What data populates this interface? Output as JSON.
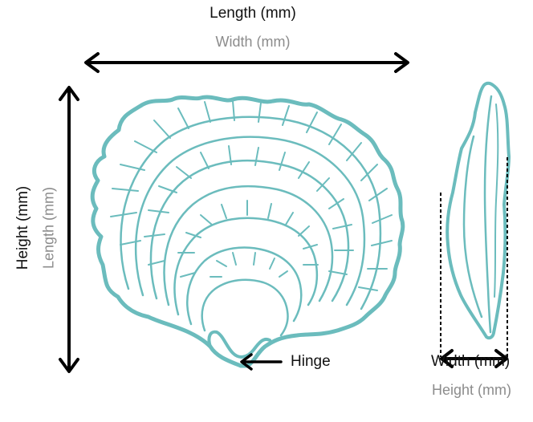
{
  "labels": {
    "top_primary": "Length (mm)",
    "top_secondary": "Width (mm)",
    "left_primary": "Height (mm)",
    "left_secondary": "Length (mm)",
    "hinge": "Hinge",
    "right_primary": "Width (mm)",
    "right_secondary": "Height (mm)"
  },
  "colors": {
    "shell": "#6bbcbd",
    "arrow": "#000000",
    "primary_text": "#111111",
    "secondary_text": "#8c8c8c"
  }
}
